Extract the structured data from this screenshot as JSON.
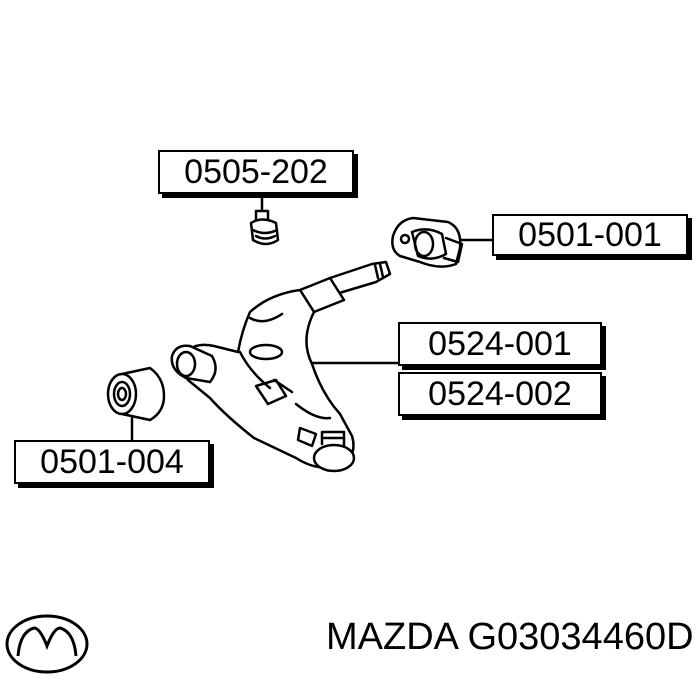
{
  "labels": {
    "top": "0505-202",
    "right": "0501-001",
    "main1": "0524-001",
    "main2": "0524-002",
    "left": "0501-004"
  },
  "footer": {
    "brand": "MAZDA",
    "part_number": "G03034460D"
  },
  "logo_icon": "mazda-logo-icon"
}
